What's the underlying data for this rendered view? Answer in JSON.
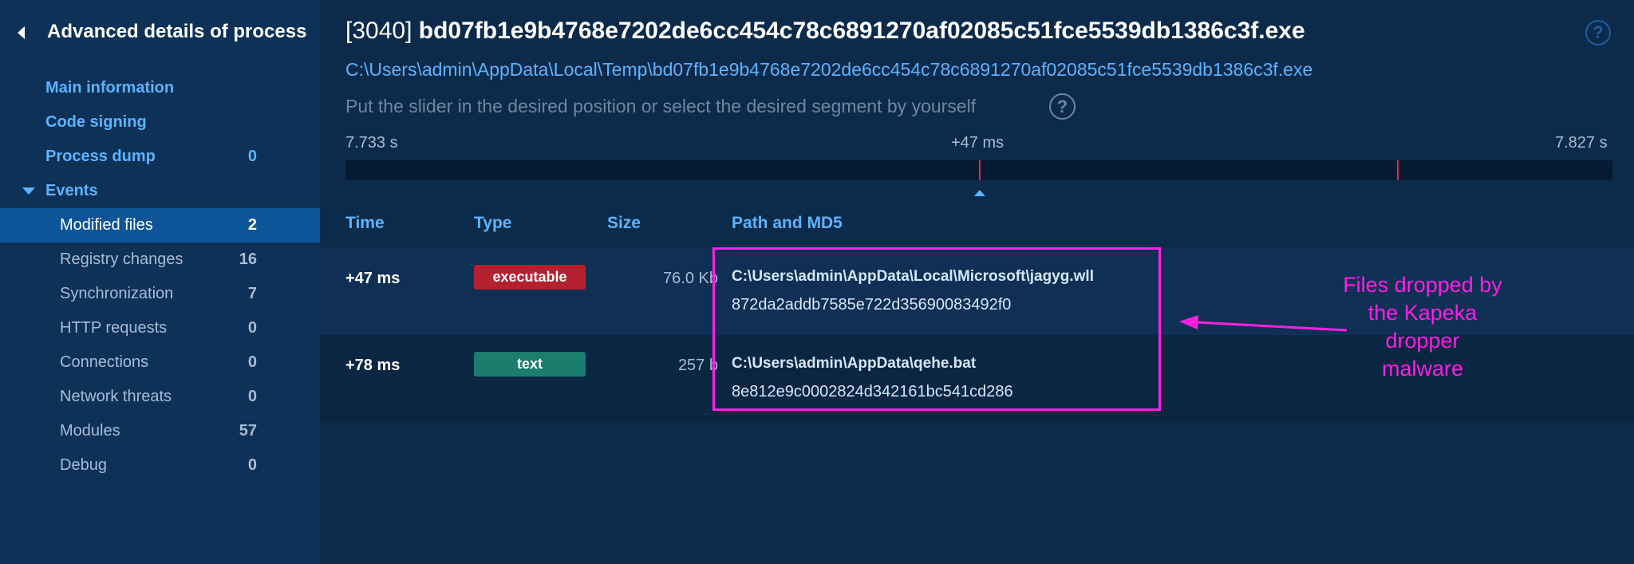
{
  "sidebar": {
    "title": "Advanced details of process",
    "items": [
      {
        "label": "Main information",
        "count": ""
      },
      {
        "label": "Code signing",
        "count": ""
      },
      {
        "label": "Process dump",
        "count": "0"
      },
      {
        "label": "Events",
        "count": ""
      },
      {
        "label": "Modified files",
        "count": "2"
      },
      {
        "label": "Registry changes",
        "count": "16"
      },
      {
        "label": "Synchronization",
        "count": "7"
      },
      {
        "label": "HTTP requests",
        "count": "0"
      },
      {
        "label": "Connections",
        "count": "0"
      },
      {
        "label": "Network threats",
        "count": "0"
      },
      {
        "label": "Modules",
        "count": "57"
      },
      {
        "label": "Debug",
        "count": "0"
      }
    ]
  },
  "header": {
    "pid": "[3040]",
    "process_name": "bd07fb1e9b4768e7202de6cc454c78c6891270af02085c51fce5539db1386c3f.exe",
    "path": "C:\\Users\\admin\\AppData\\Local\\Temp\\bd07fb1e9b4768e7202de6cc454c78c6891270af02085c51fce5539db1386c3f.exe",
    "hint": "Put the slider in the desired position or select the desired segment by yourself",
    "help_glyph": "?"
  },
  "timeline": {
    "start": "7.733 s",
    "mid": "+47 ms",
    "end": "7.827 s"
  },
  "table": {
    "columns": [
      "Time",
      "Type",
      "Size",
      "Path and MD5"
    ],
    "rows": [
      {
        "time": "+47 ms",
        "type": "executable",
        "size": "76.0 Kb",
        "path": "C:\\Users\\admin\\AppData\\Local\\Microsoft\\jagyg.wll",
        "md5": "872da2addb7585e722d35690083492f0"
      },
      {
        "time": "+78 ms",
        "type": "text",
        "size": "257 b",
        "path": "C:\\Users\\admin\\AppData\\qehe.bat",
        "md5": "8e812e9c0002824d342161bc541cd286"
      }
    ]
  },
  "annotation": {
    "lines": [
      "Files dropped by",
      "the Kapeka",
      "dropper",
      "malware"
    ],
    "color": "#ff1fe3"
  },
  "colors": {
    "accent": "#5cb3ff",
    "active_bg": "#0d5499",
    "executable_badge": "#b5202e",
    "text_badge": "#1a7d6d",
    "timeline_marker": "#e0294a"
  }
}
